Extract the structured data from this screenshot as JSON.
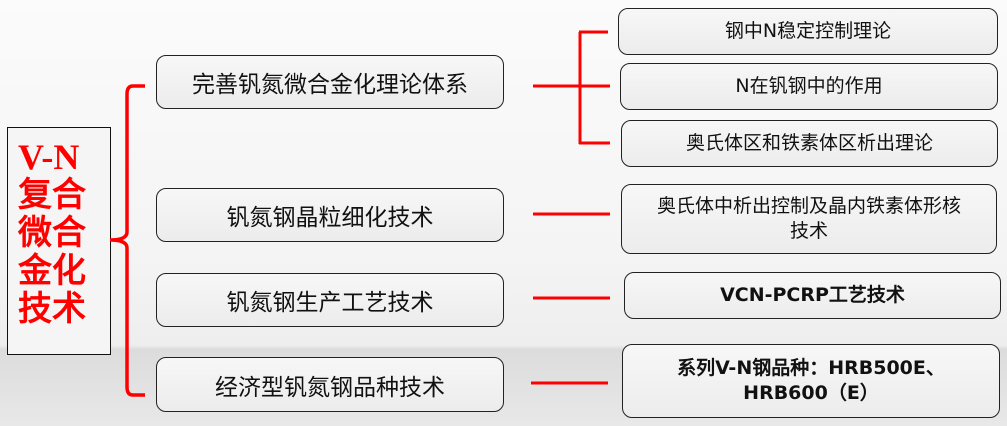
{
  "root": {
    "line1": "V-N",
    "line2": "复合",
    "line3": "微合",
    "line4": "金化",
    "line5": "技术"
  },
  "branches": [
    {
      "label": "完善钒氮微合金化理论体系",
      "children": [
        "钢中N稳定控制理论",
        "N在钒钢中的作用",
        "奥氏体区和铁素体区析出理论"
      ]
    },
    {
      "label": "钒氮钢晶粒细化技术",
      "children": [
        "奥氏体中析出控制及晶内铁素体形核技术"
      ]
    },
    {
      "label": "钒氮钢生产工艺技术",
      "children": [
        "VCN-PCRP工艺技术"
      ]
    },
    {
      "label": "经济型钒氮钢品种技术",
      "children": [
        "系列V-N钢品种：HRB500E、HRB600（E）"
      ]
    }
  ],
  "colors": {
    "accent": "#ff0000",
    "border": "#222222"
  }
}
